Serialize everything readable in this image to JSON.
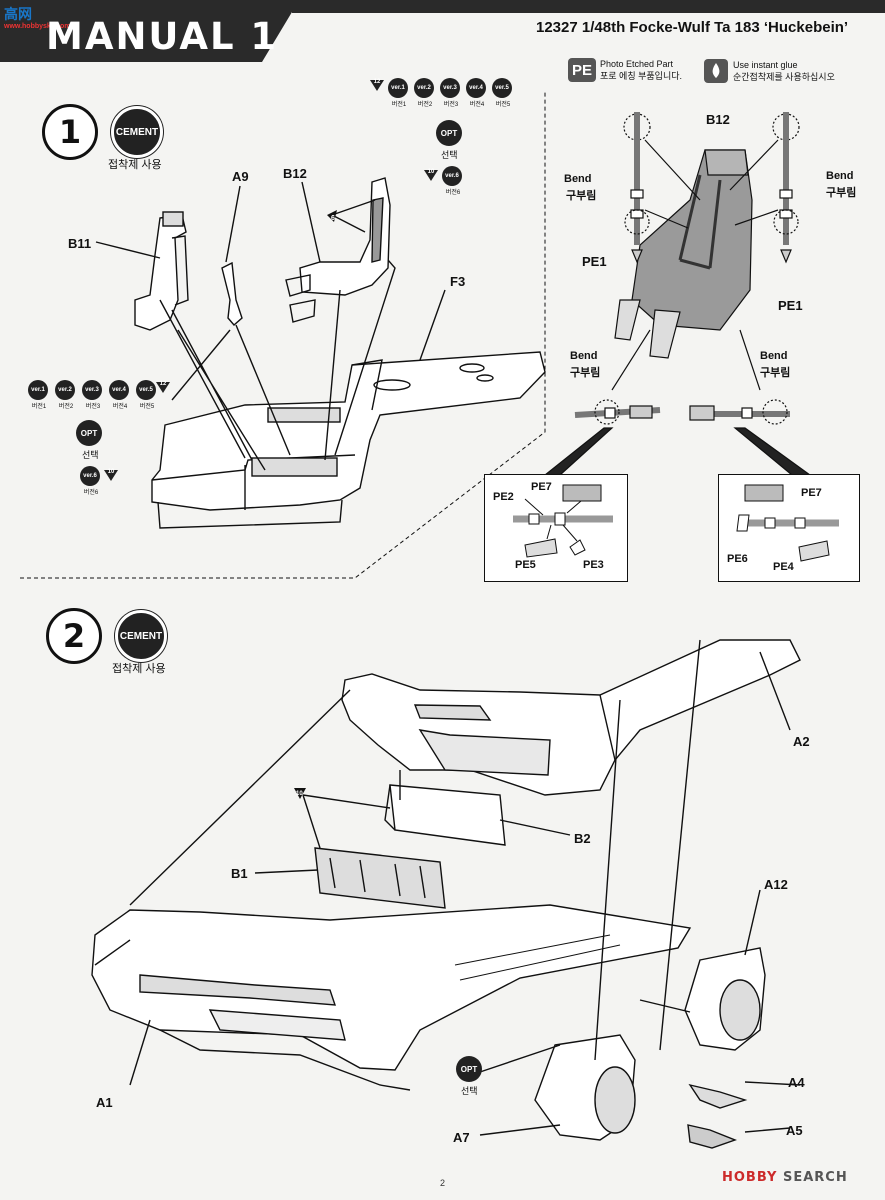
{
  "header": {
    "title": "MANUAL 1",
    "product_line": "12327 1/48th Focke-Wulf  Ta 183 ‘Huckebein’",
    "logo_text": "高网",
    "logo_sub": "www.hobbysky.com"
  },
  "legend": {
    "pe_badge": "PE",
    "pe_title": "Photo Etched Part",
    "pe_korean": "포로 에칭 부품입니다.",
    "glue_title": "Use instant glue",
    "glue_korean": "순간접착제를 사용하십시오"
  },
  "step1": {
    "number": "1",
    "cement": "CEMENT",
    "cement_caption": "접착제 사용",
    "opt": "OPT",
    "opt_caption": "선택",
    "parts": [
      "A9",
      "B12",
      "B11",
      "F3"
    ],
    "triangle_numbers": [
      "12",
      "6",
      "10",
      "12",
      "10"
    ],
    "versions_top": [
      {
        "label": "ver.1",
        "caption": "버전1"
      },
      {
        "label": "ver.2",
        "caption": "버전2"
      },
      {
        "label": "ver.3",
        "caption": "버전3"
      },
      {
        "label": "ver.4",
        "caption": "버전4"
      },
      {
        "label": "ver.5",
        "caption": "버전5"
      }
    ],
    "version_6": {
      "label": "ver.6",
      "caption": "버전6"
    }
  },
  "seat_detail": {
    "title_part": "B12",
    "bend": "Bend",
    "bend_korean": "구부림",
    "pe_parts": [
      "PE1",
      "PE1",
      "PE2",
      "PE7",
      "PE5",
      "PE3",
      "PE7",
      "PE6",
      "PE4"
    ]
  },
  "step2": {
    "number": "2",
    "cement": "CEMENT",
    "cement_caption": "접착제 사용",
    "triangle_number": "10",
    "opt": "OPT",
    "opt_caption": "선택",
    "parts": [
      "A2",
      "B2",
      "B1",
      "A12",
      "A1",
      "A4",
      "A5",
      "A7"
    ]
  },
  "footer": {
    "page_number": "2",
    "watermark_prefix": "HOBBY",
    "watermark_suffix": "SEARCH"
  },
  "colors": {
    "header_band": "#2a2a2a",
    "ink": "#111111",
    "accent_red": "#cc2a2a"
  }
}
